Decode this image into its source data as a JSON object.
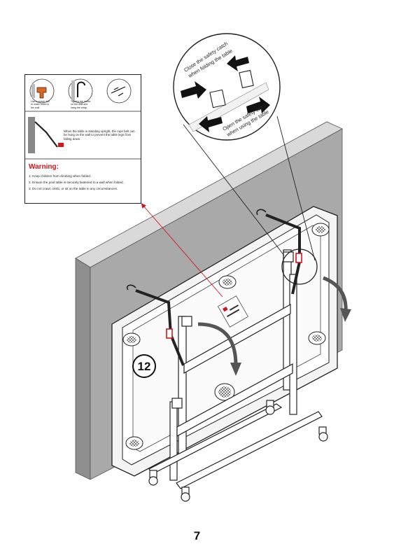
{
  "instruction_box": {
    "step1_caption": "Use a power drill to make holes in the wall.",
    "step2_caption": "Tighten the hooks on the wall and hang the strap.",
    "rope_note": "When the table is standing upright, the rope belt can be hung on the wall to prevent the table legs from falling down.",
    "warning_title": "Warning:",
    "warnings": [
      "1. Keep children from climbing when folded.",
      "2. Ensure the pool table is securely fastened to a wall when folded.",
      "3. Do not crawl, climb, or sit on the table in any circumstances."
    ]
  },
  "detail_circle": {
    "close_text_line1": "Close the safety catch",
    "close_text_line2": "when folding the table",
    "open_text_line1": "Open the safety catch",
    "open_text_line2": "when using the table"
  },
  "callout_number": "12",
  "page_number": "7",
  "colors": {
    "warning_red": "#d4161c",
    "wall_gray": "#a9a9a9",
    "strap_dark": "#222222",
    "leader_red": "#d4161c"
  }
}
